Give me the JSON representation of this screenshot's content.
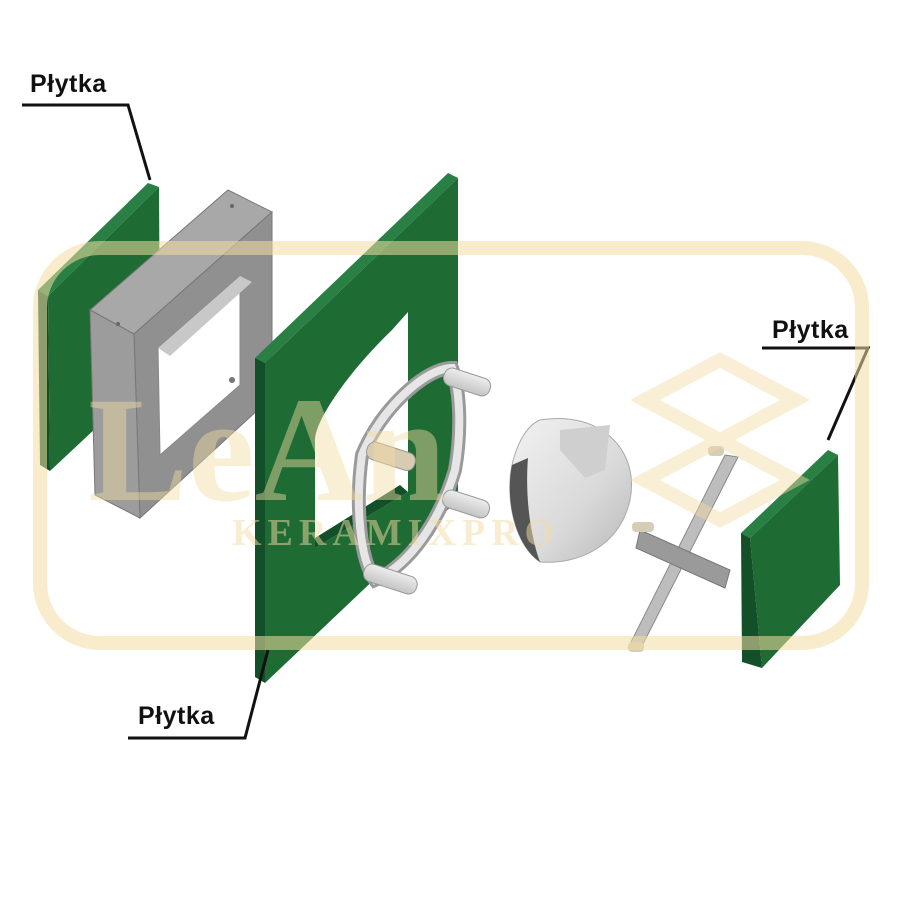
{
  "labels": {
    "top_left": "Płytka",
    "right": "Płytka",
    "bottom_left": "Płytka"
  },
  "watermark": {
    "brand": "LeAn",
    "subtitle": "KERAMIXPRO"
  },
  "colors": {
    "tile_green": "#1e6b34",
    "tile_green_dark": "#13502a",
    "frame_grey": "#8e8e8e",
    "watermark_gold": "#f3dca3"
  }
}
